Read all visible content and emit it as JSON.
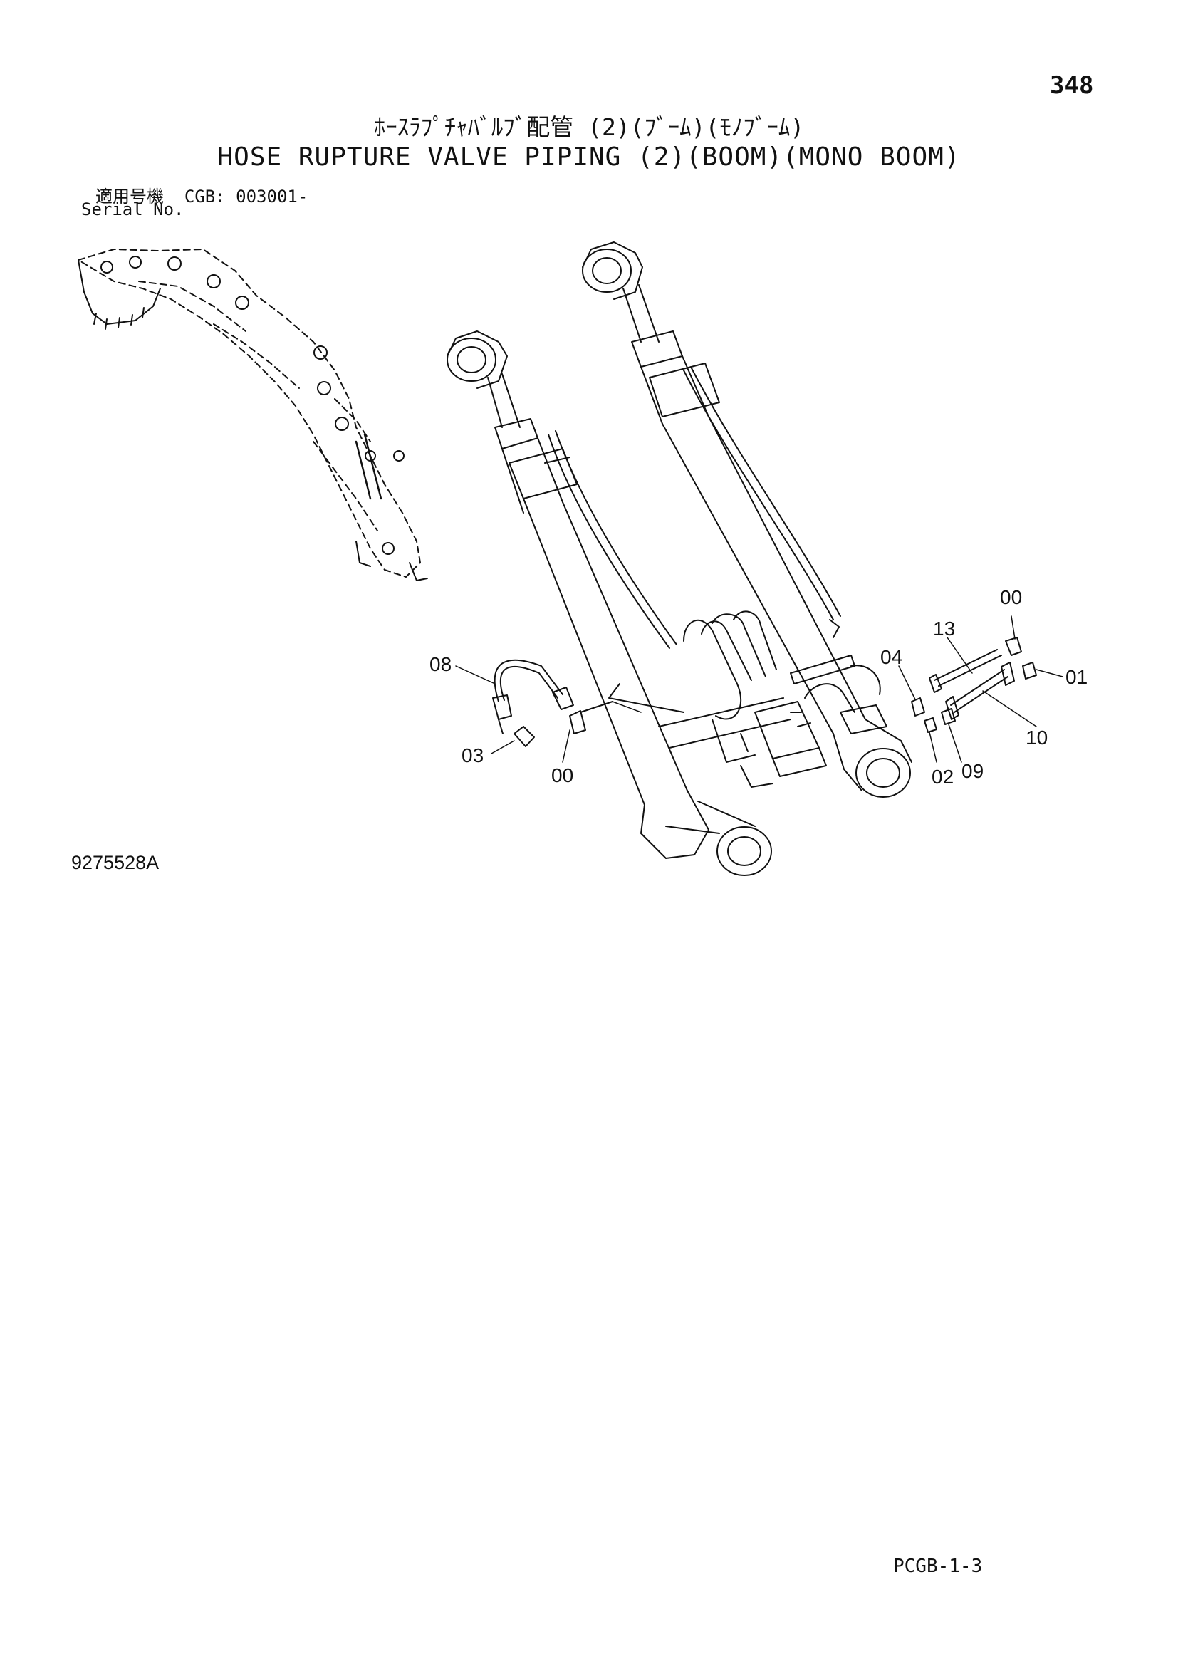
{
  "header": {
    "page_number": "348",
    "title_jp": "ﾎｰｽﾗﾌﾟﾁｬﾊﾞﾙﾌﾞ配管 (2)(ﾌﾞｰﾑ)(ﾓﾉﾌﾞｰﾑ)",
    "title_en": "HOSE RUPTURE VALVE PIPING (2)(BOOM)(MONO BOOM)"
  },
  "serial": {
    "label_jp": "適用号機",
    "value": "CGB: 003001-",
    "label_en": "Serial No."
  },
  "callouts": {
    "c00_top": "00",
    "c13": "13",
    "c04": "04",
    "c01": "01",
    "c08": "08",
    "c10": "10",
    "c03": "03",
    "c00_left": "00",
    "c02": "02",
    "c09": "09"
  },
  "footer": {
    "drawing_number": "9275528A",
    "sheet_code": "PCGB-1-3"
  },
  "colors": {
    "ink": "#111111",
    "paper": "#ffffff"
  }
}
